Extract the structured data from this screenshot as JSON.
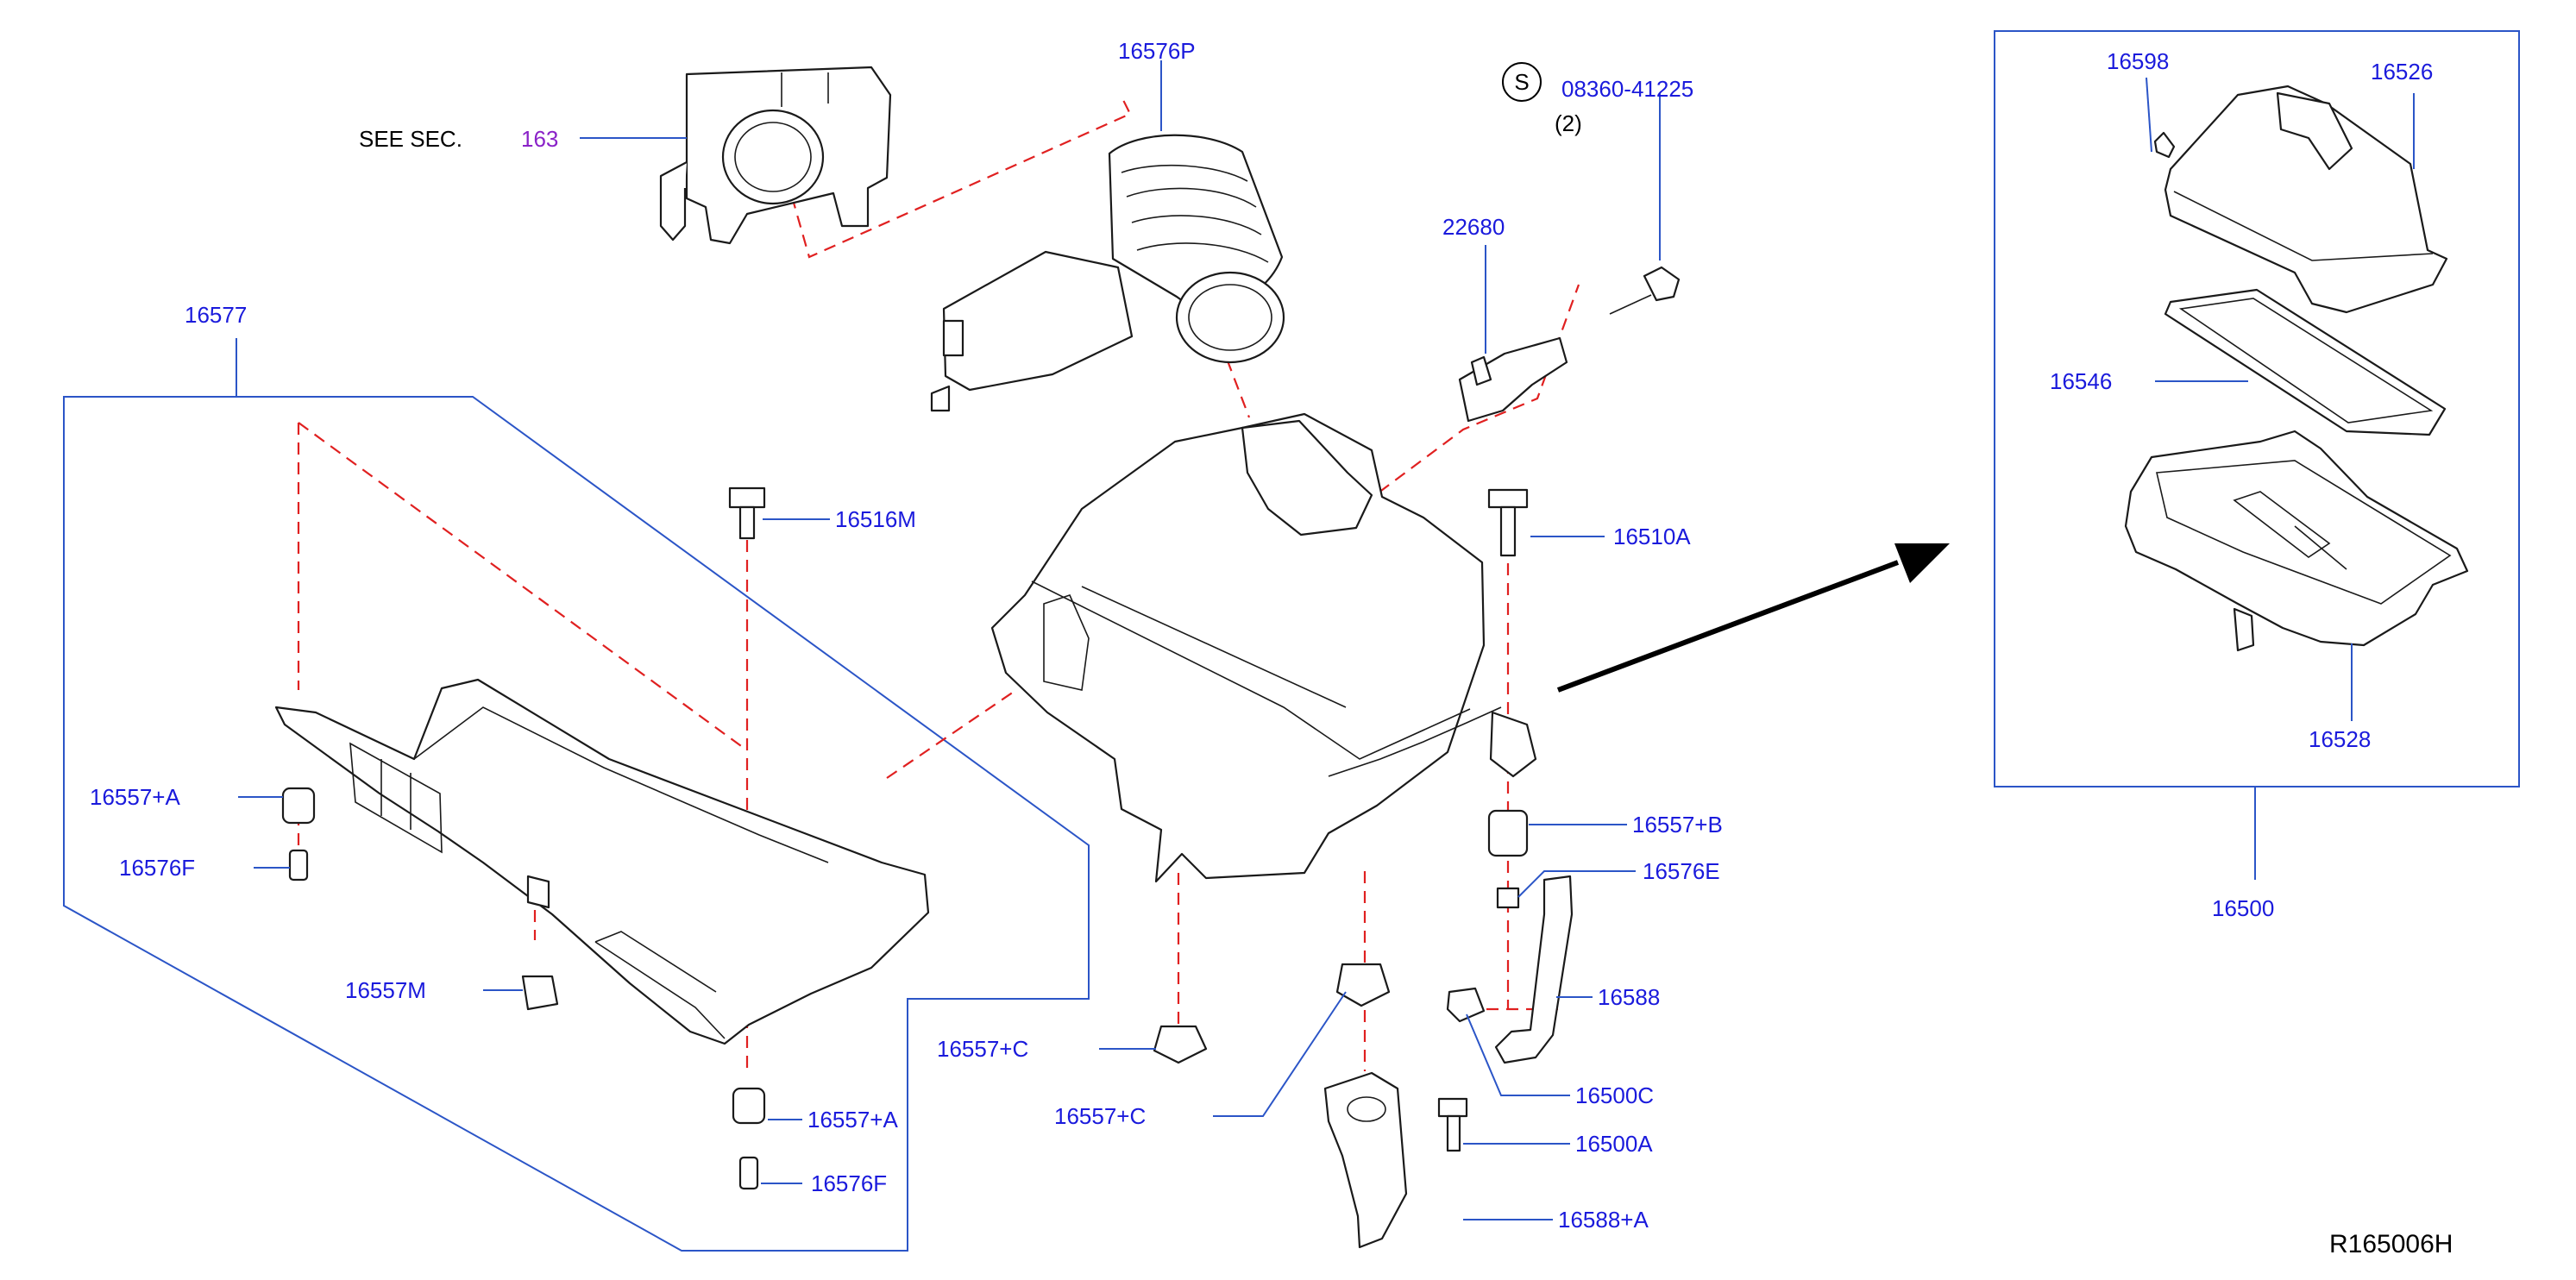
{
  "diagram": {
    "reference_code": "R165006H",
    "see_section": {
      "prefix": "SEE   SEC.",
      "number": "163"
    },
    "bolt_spec": {
      "symbol": "S",
      "part_number": "08360-41225",
      "quantity": "(2)"
    },
    "colors": {
      "callout": "#1a1adc",
      "leader": "#2b55c7",
      "dashed_guide": "#e02020",
      "section_ref": "#8a22c8"
    },
    "callouts": {
      "c16576P": "16576P",
      "c22680": "22680",
      "c16577": "16577",
      "c16516M": "16516M",
      "c16510A": "16510A",
      "c16557A_top": "16557+A",
      "c16576F_top": "16576F",
      "c16557M": "16557M",
      "c16557C_1": "16557+C",
      "c16557C_2": "16557+C",
      "c16557A_bottom": "16557+A",
      "c16576F_bottom": "16576F",
      "c16557B": "16557+B",
      "c16576E": "16576E",
      "c16588": "16588",
      "c16500C": "16500C",
      "c16500A": "16500A",
      "c16588A": "16588+A",
      "c16598": "16598",
      "c16526": "16526",
      "c16546": "16546",
      "c16528": "16528",
      "c16500": "16500"
    }
  }
}
